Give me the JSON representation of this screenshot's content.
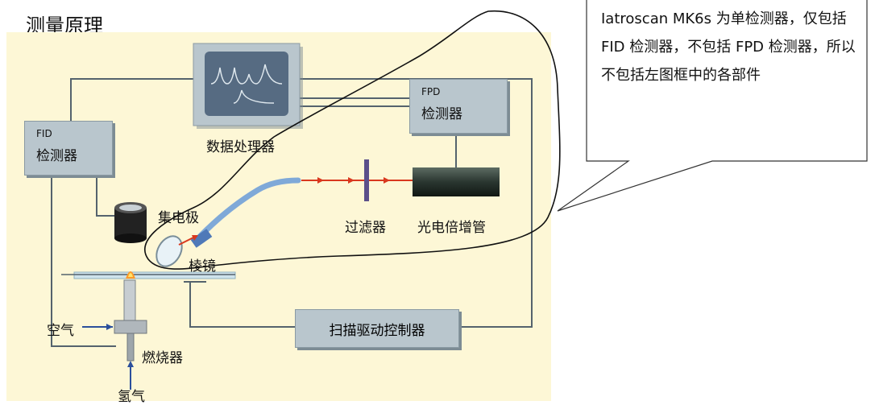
{
  "title": "测量原理",
  "labels": {
    "data_processor": "数据处理器",
    "fid_small": "FID",
    "fid_big": "检测器",
    "fpd_small": "FPD",
    "fpd_big": "检测器",
    "collector": "集电极",
    "filter": "过滤器",
    "pmt": "光电倍增管",
    "prism": "棱镜",
    "air": "空气",
    "burner": "燃烧器",
    "hydrogen": "氢气",
    "scan_controller": "扫描驱动控制器"
  },
  "callout": {
    "text": "Iatroscan MK6s 为单检测器，仅包括 FID 检测器，不包括 FPD 检测器，所以不包括左图框中的各部件"
  },
  "colors": {
    "panel_bg": "#fdf7d6",
    "box_fill": "#b9c6cd",
    "line": "#4a5a66",
    "laser": "#d9381e"
  }
}
